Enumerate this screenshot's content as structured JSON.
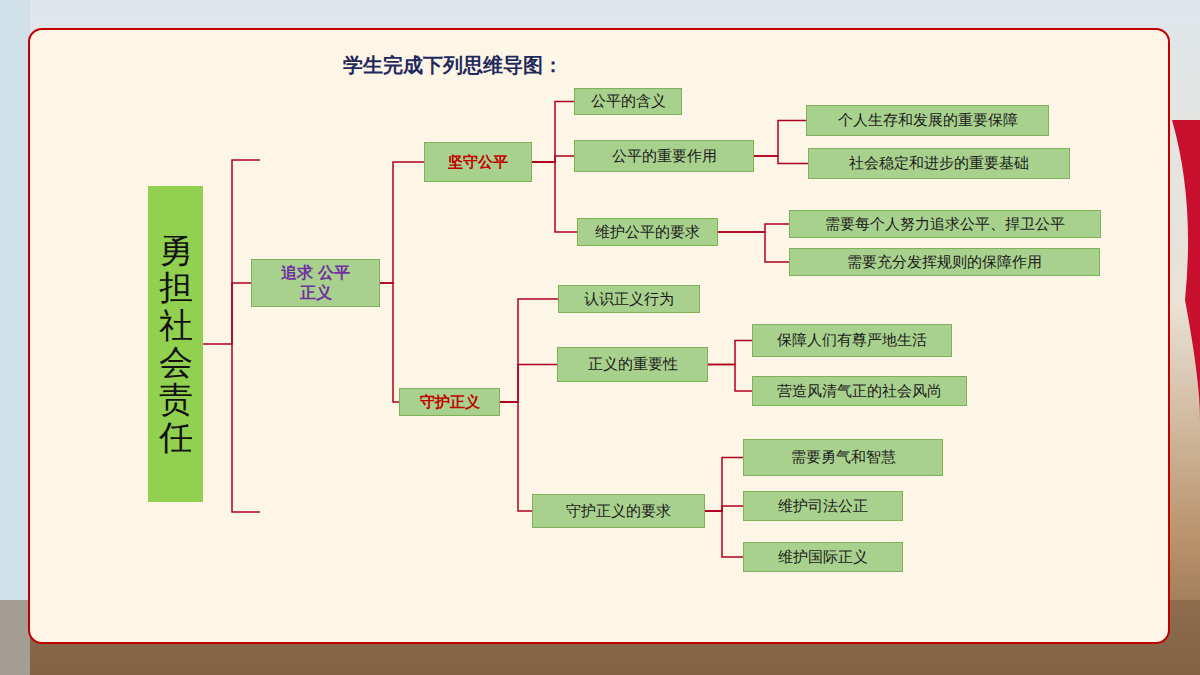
{
  "diagram": {
    "title": "学生完成下列思维导图：",
    "nodes": [
      {
        "text": [
          "勇担社会责任"
        ]
      },
      {
        "text": [
          "追求 公平正义"
        ]
      },
      {
        "text": [
          "坚守公平"
        ]
      },
      {
        "text": [
          "公平的含义"
        ]
      },
      {
        "text": [
          "公平的重要作用"
        ]
      },
      {
        "text": [
          "个人生存和发展的重要保障"
        ]
      },
      {
        "text": [
          "社会稳定和进步的重要基础"
        ]
      },
      {
        "text": [
          "维护公平的要求"
        ]
      },
      {
        "text": [
          "需要每个人努力追求公平、捍卫公平"
        ]
      },
      {
        "text": [
          "需要充分发挥规则的保障作用"
        ]
      },
      {
        "text": [
          "守护正义"
        ]
      },
      {
        "text": [
          "认识正义行为"
        ]
      },
      {
        "text": [
          "正义的重要性"
        ]
      },
      {
        "text": [
          "保障人们有尊严地生活"
        ]
      },
      {
        "text": [
          "营造风清气正的社会风尚"
        ]
      },
      {
        "text": [
          "守护正义的要求"
        ]
      },
      {
        "text": [
          "需要勇气和智慧"
        ]
      },
      {
        "text": [
          "维护司法公正"
        ]
      },
      {
        "text": [
          "维护国际正义"
        ]
      }
    ],
    "edges": [
      {
        "from": 0,
        "to": 1,
        "arrow": "none"
      },
      {
        "from": 1,
        "to": 2,
        "arrow": "none"
      },
      {
        "from": 1,
        "to": 10,
        "arrow": "none"
      },
      {
        "from": 2,
        "to": 3,
        "arrow": "none"
      },
      {
        "from": 2,
        "to": 4,
        "arrow": "none"
      },
      {
        "from": 2,
        "to": 7,
        "arrow": "none"
      },
      {
        "from": 4,
        "to": 5,
        "arrow": "none"
      },
      {
        "from": 4,
        "to": 6,
        "arrow": "none"
      },
      {
        "from": 7,
        "to": 8,
        "arrow": "none"
      },
      {
        "from": 7,
        "to": 9,
        "arrow": "none"
      },
      {
        "from": 10,
        "to": 11,
        "arrow": "none"
      },
      {
        "from": 10,
        "to": 12,
        "arrow": "none"
      },
      {
        "from": 10,
        "to": 15,
        "arrow": "none"
      },
      {
        "from": 12,
        "to": 13,
        "arrow": "none"
      },
      {
        "from": 12,
        "to": 14,
        "arrow": "none"
      },
      {
        "from": 15,
        "to": 16,
        "arrow": "none"
      },
      {
        "from": 15,
        "to": 17,
        "arrow": "none"
      },
      {
        "from": 15,
        "to": 18,
        "arrow": "none"
      }
    ]
  }
}
